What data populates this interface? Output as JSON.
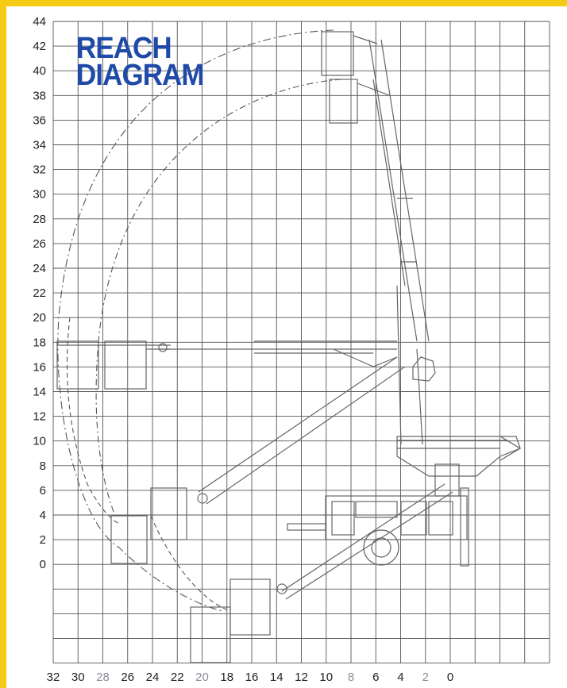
{
  "title": {
    "line1": "REACH",
    "line2": "DIAGRAM"
  },
  "colors": {
    "accent": "#f5cb14",
    "title": "#1f4aa8",
    "grid": "#555555",
    "drawing": "#666666"
  },
  "y_axis": {
    "ticks": [
      "44",
      "42",
      "40",
      "38",
      "36",
      "34",
      "32",
      "30",
      "28",
      "26",
      "24",
      "22",
      "20",
      "18",
      "16",
      "14",
      "12",
      "10",
      "8",
      "6",
      "4",
      "2",
      "0"
    ]
  },
  "x_axis": {
    "ticks": [
      "32",
      "30",
      "28",
      "26",
      "24",
      "22",
      "20",
      "18",
      "16",
      "14",
      "12",
      "10",
      "8",
      "6",
      "4",
      "2",
      "0"
    ],
    "alt_color_ticks": [
      "28",
      "20",
      "8",
      "2"
    ]
  }
}
